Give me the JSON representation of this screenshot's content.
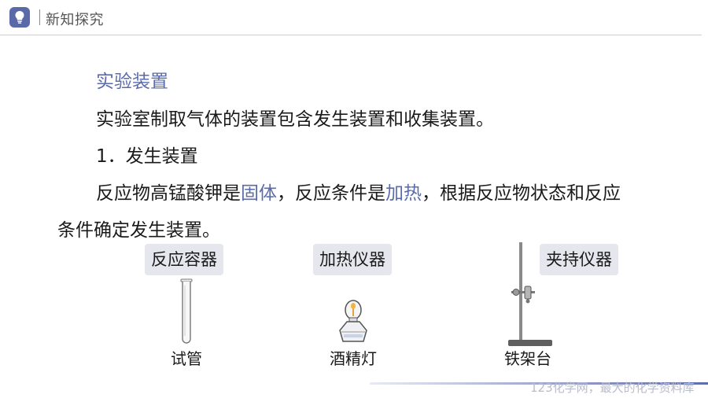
{
  "header": {
    "title": "新知探究",
    "icon": "lightbulb-icon"
  },
  "content": {
    "section_heading": "实验装置",
    "intro": "实验室制取气体的装置包含发生装置和收集装置。",
    "subheading": "1．发生装置",
    "para_part1": "反应物高锰酸钾是",
    "para_highlight1": "固体",
    "para_part2": "，反应条件是",
    "para_highlight2": "加热",
    "para_part3": "，根据反应物状态和反应",
    "para_line2": "条件确定发生装置。"
  },
  "categories": [
    {
      "label": "反应容器",
      "item": "试管",
      "icon": "test-tube-icon"
    },
    {
      "label": "加热仪器",
      "item": "酒精灯",
      "icon": "alcohol-lamp-icon"
    },
    {
      "label": "夹持仪器",
      "item": "铁架台",
      "icon": "iron-stand-icon"
    }
  ],
  "footer": {
    "watermark": "123化学网，最大的化学资料库"
  },
  "colors": {
    "accent": "#5b6bab",
    "label_bg": "#e6e6ef"
  }
}
